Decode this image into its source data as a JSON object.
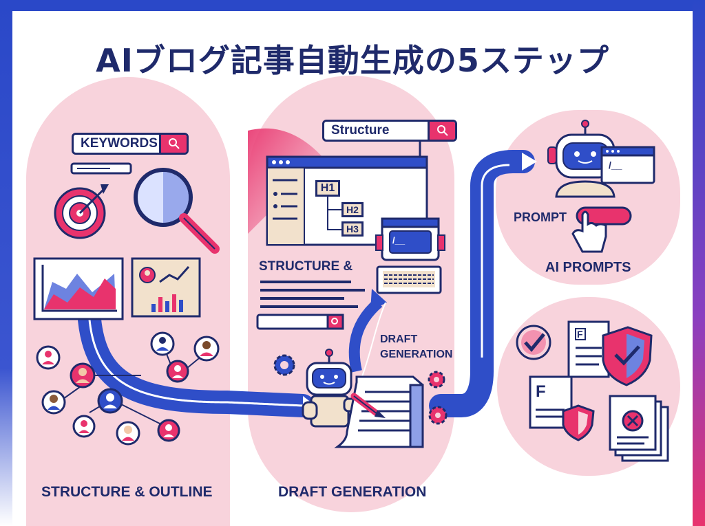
{
  "title": "AIブログ記事自動生成の5ステップ",
  "colors": {
    "navy": "#1f2a6b",
    "blue": "#2f4ec8",
    "pink": "#e8336d",
    "blush": "#f8d3dc",
    "frame_blue": "#2a48c8"
  },
  "step1": {
    "search_label": "KEYWORDS",
    "bottom_label": "STRUCTURE & OUTLINE"
  },
  "step2": {
    "search_label": "Structure",
    "headings": [
      "H1",
      "H2",
      "H3"
    ],
    "section_label": "STRUCTURE &",
    "bottom_label": "DRAFT GENERATION"
  },
  "step3": {
    "loop_label_1": "DRAFT",
    "loop_label_2": "GENERATION",
    "robot_screen": "/__"
  },
  "step4": {
    "prompt_label": "PROMPT",
    "screen_text": "/__",
    "section_label": "AI PROMPTS"
  },
  "step5": {
    "doc_letter_1": "F",
    "doc_letter_2": "F"
  }
}
